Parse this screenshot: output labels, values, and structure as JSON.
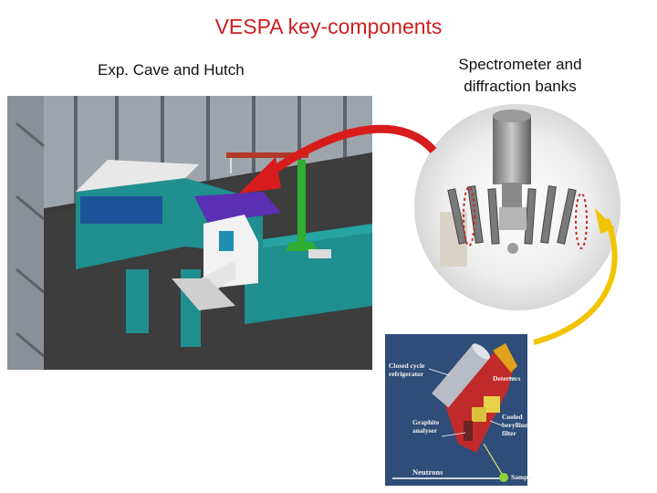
{
  "slide": {
    "title": "VESPA key-components",
    "left_caption": "Exp. Cave and Hutch",
    "right_caption_line1": "Spectrometer and",
    "right_caption_line2": "diffraction banks"
  },
  "schematic": {
    "refrigerator": "Closed cycle refrigerator",
    "detectors": "Detectors",
    "cooled_filter": "Cooled beryllium filter",
    "analyser": "Graphite analyser",
    "neutrons": "Neutrons",
    "sample": "Sample"
  },
  "colors": {
    "title": "#cc1f1f",
    "arrow_red": "#d81c1c",
    "arrow_yellow": "#f2c400",
    "hutch_teal": "#1f8f8f",
    "schematic_bg": "#2f4d78"
  }
}
